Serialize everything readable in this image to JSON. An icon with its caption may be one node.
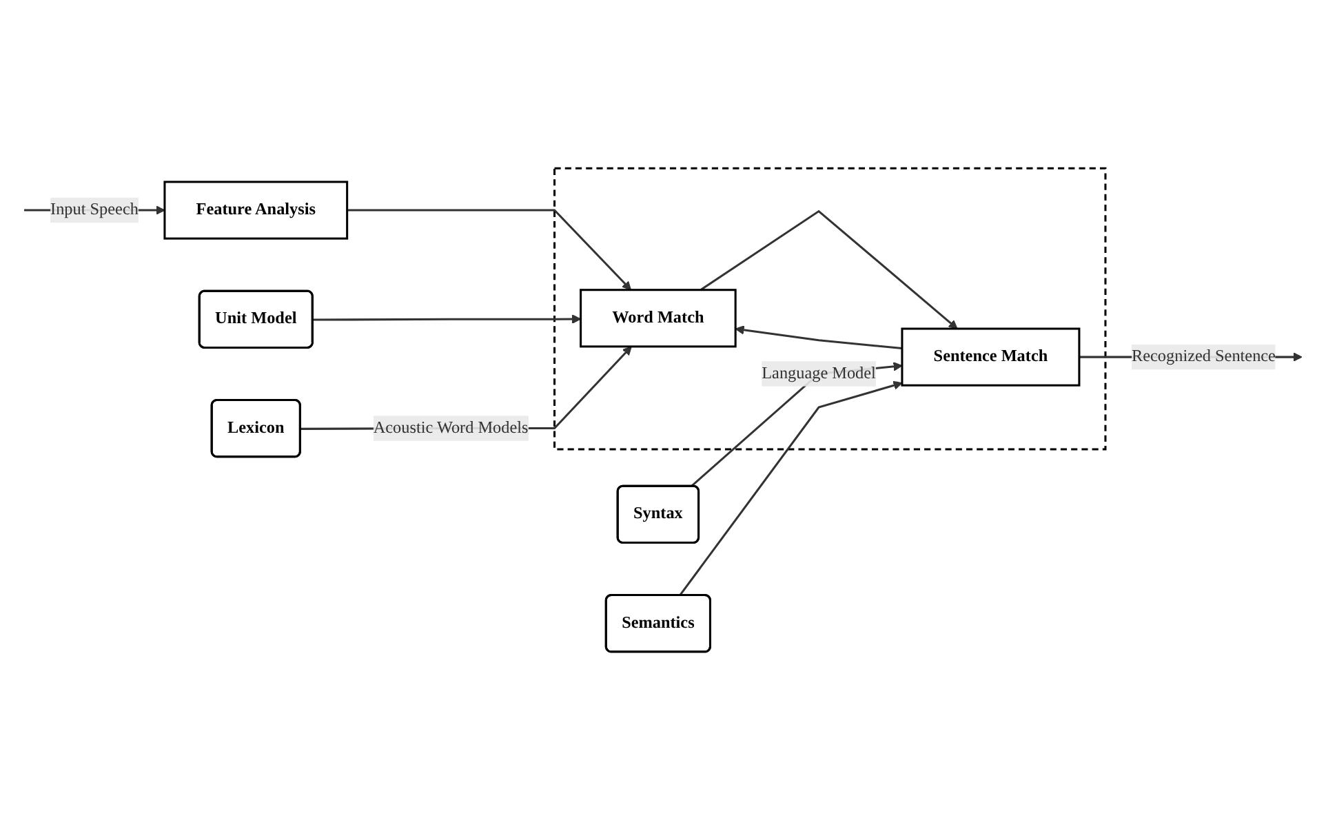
{
  "diagram": {
    "nodes": [
      {
        "text": [],
        "shape": "box"
      },
      {
        "text": [
          "Feature Analysis"
        ]
      },
      {
        "text": [
          "Word Match"
        ],
        "in": 0
      },
      {
        "text": [
          "Sentence Match"
        ],
        "in": 0
      },
      {
        "text": [
          "Unit Model"
        ]
      },
      {
        "text": [
          "Lexicon"
        ]
      },
      {
        "text": [
          "Syntax"
        ]
      },
      {
        "text": [
          "Semantics"
        ]
      }
    ],
    "edges": [
      {
        "from": null,
        "to": 1,
        "arrow": "to",
        "label": "Input Speech"
      },
      {
        "from": 1,
        "to": 2,
        "arrow": "to"
      },
      {
        "from": 2,
        "to": 3,
        "arrow": "to"
      },
      {
        "from": 3,
        "to": 2,
        "arrow": "to"
      },
      {
        "from": 3,
        "to": null,
        "arrow": "to",
        "label": "Recognized Sentence"
      },
      {
        "from": 4,
        "to": 2,
        "arrow": "to"
      },
      {
        "from": 5,
        "to": 2,
        "arrow": "to",
        "label": "Acoustic Word Models"
      },
      {
        "from": 6,
        "to": 3,
        "arrow": "to",
        "label": "Language Model"
      },
      {
        "from": 7,
        "to": 3,
        "arrow": "to"
      }
    ]
  }
}
